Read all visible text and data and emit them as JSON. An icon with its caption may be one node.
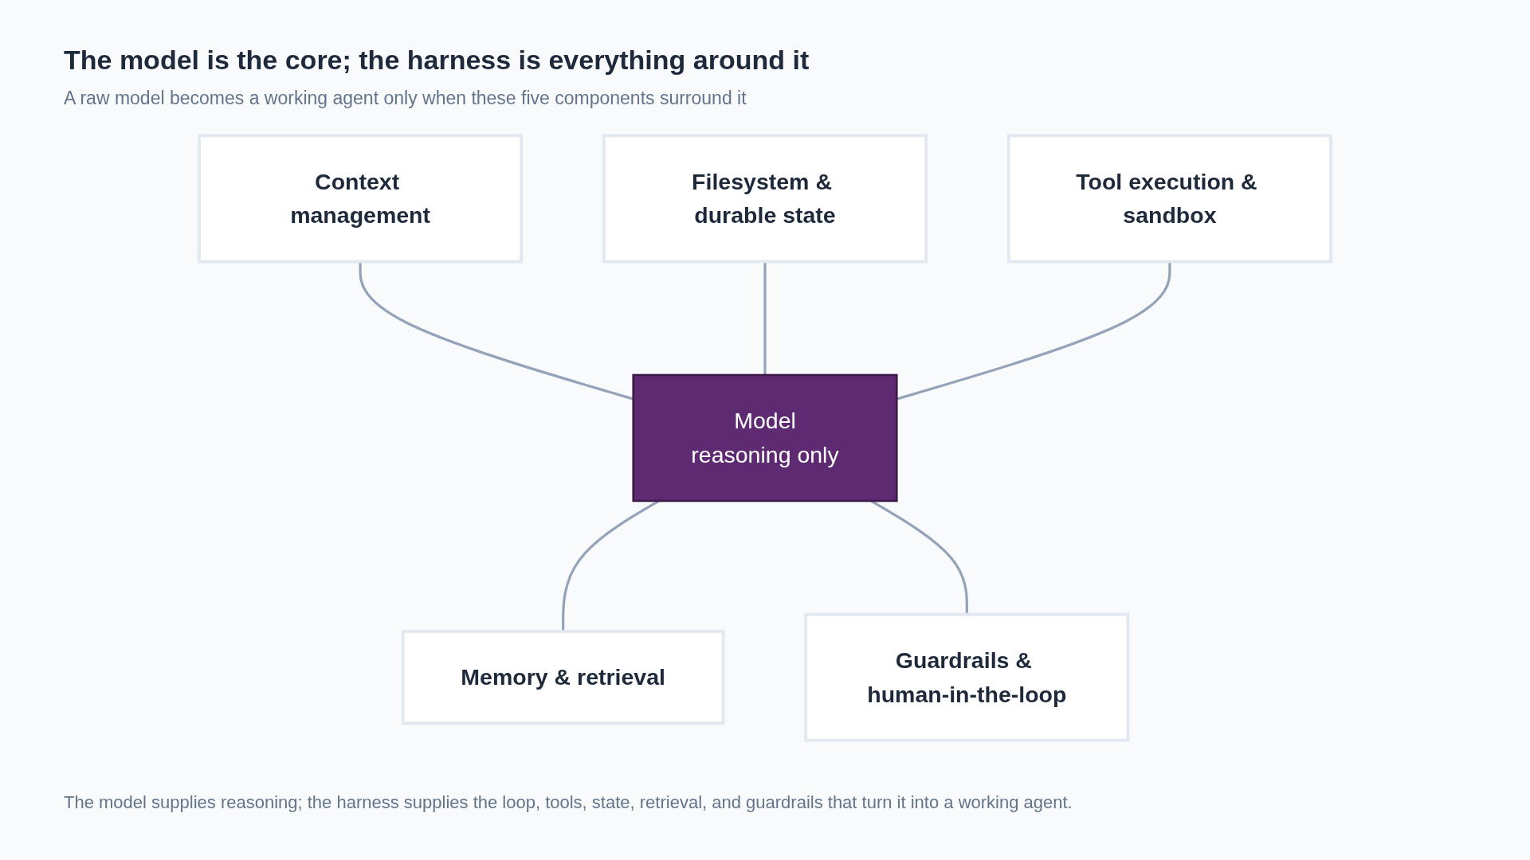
{
  "diagram": {
    "title": "The model is the core; the harness is everything around it",
    "caption": "The model supplies reasoning; the harness supplies the loop, tools, state, retrieval, and guardrails that turn it into a working agent.",
    "labels": [
      "A raw model becomes a working agent only when these five components surround it"
    ],
    "nodes": [
      {
        "text": [
          "Context management"
        ]
      },
      {
        "text": [
          "Filesystem & durable state"
        ]
      },
      {
        "text": [
          "Tool execution & sandbox"
        ]
      },
      {
        "text": [
          "Model",
          "reasoning only"
        ]
      },
      {
        "text": [
          "Memory & retrieval"
        ]
      },
      {
        "text": [
          "Guardrails & human-in-the-loop"
        ]
      }
    ],
    "edges": [
      {
        "from": 0,
        "to": 3,
        "arrow": "none"
      },
      {
        "from": 1,
        "to": 3,
        "arrow": "none"
      },
      {
        "from": 2,
        "to": 3,
        "arrow": "none"
      },
      {
        "from": 3,
        "to": 4,
        "arrow": "none"
      },
      {
        "from": 3,
        "to": 5,
        "arrow": "none"
      }
    ]
  }
}
